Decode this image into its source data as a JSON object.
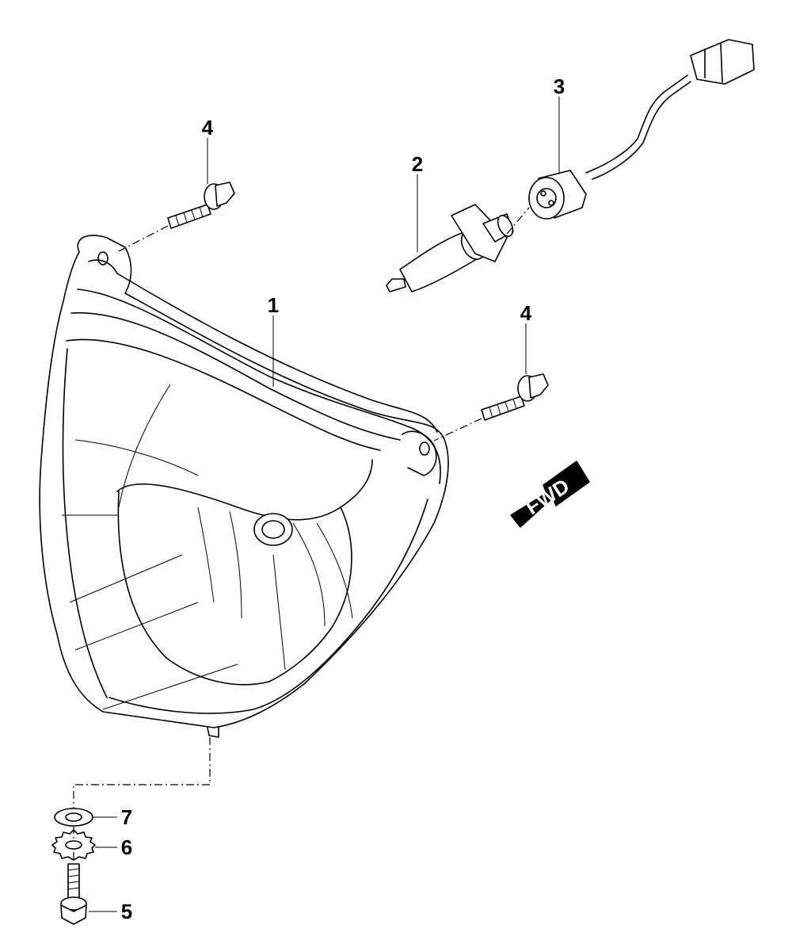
{
  "callouts": {
    "part_1": "1",
    "part_2": "2",
    "part_3": "3",
    "part_4_upper": "4",
    "part_4_right": "4",
    "part_5": "5",
    "part_6": "6",
    "part_7": "7"
  },
  "direction_arrow": {
    "label": "FWD"
  },
  "colors": {
    "line": "#000000",
    "background": "#ffffff"
  }
}
